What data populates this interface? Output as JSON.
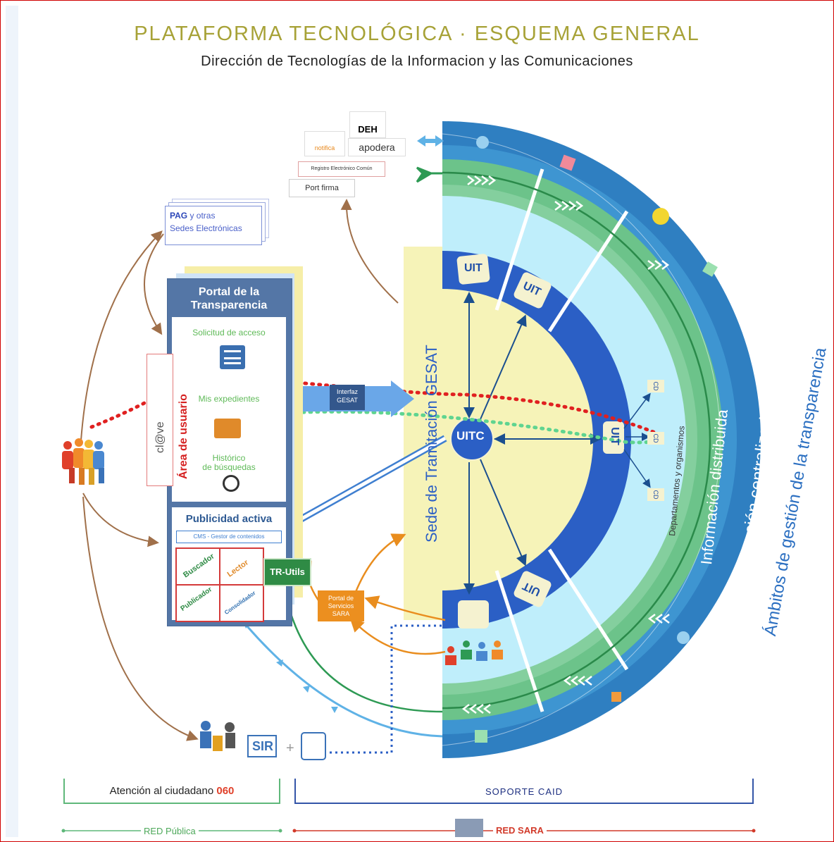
{
  "header": {
    "title": "PLATAFORMA TECNOLÓGICA · ESQUEMA GENERAL",
    "subtitle": "Dirección de Tecnologías de la Informacion y las Comunicaciones"
  },
  "services": {
    "deh": "DEH",
    "notifica": "notifica",
    "apodera": "apodera",
    "registro": "Registro Electrónico Común",
    "portafirma": "Port firma"
  },
  "pag": {
    "bold": "PAG",
    "rest": " y otras",
    "line2": "Sedes Electrónicas"
  },
  "portal": {
    "title": "Portal de la Transparencia",
    "area_usuario": "Área de usuario",
    "clave": "cl@ve",
    "solicitud": "Solicitud de acceso",
    "expedientes": "Mis expedientes",
    "historico1": "Histórico",
    "historico2": "de búsquedas",
    "publicidad": "Publicidad activa",
    "cms": "CMS - Gestor de contenidos",
    "grid": [
      "Buscador",
      "Lector",
      "Publicador",
      "Consolidador"
    ]
  },
  "tr_utils": "TR-Utils",
  "interfaz": {
    "line1": "Interfaz",
    "line2": "GESAT"
  },
  "portal_sara": {
    "line1": "Portal de",
    "line2": "Servicios",
    "line3": "SARA"
  },
  "semi": {
    "sede": "Sede de Tramitación GESAT",
    "uitc": "UITC",
    "uit": "UIT",
    "cd": "CD",
    "departamentos": "Departamentos y organismos",
    "distribuida": "Información distribuida",
    "centralizada": "Información centralizada",
    "ambitos": "Ámbitos de gestión de la transparencia",
    "sir": "SIR"
  },
  "footer": {
    "atencion": "Atención al ciudadano ",
    "atencion_num": "060",
    "soporte": "SOPORTE CAID",
    "red_publica": "RED Pública",
    "red_sara": "RED SARA"
  },
  "colors": {
    "title": "#a7a237",
    "outer_ring": "#2f7fc1",
    "green_ring": "#6cc38a",
    "light_ring": "#bfeefb",
    "dark_ring": "#2b5fc5",
    "yellow": "#f6f3b8"
  }
}
